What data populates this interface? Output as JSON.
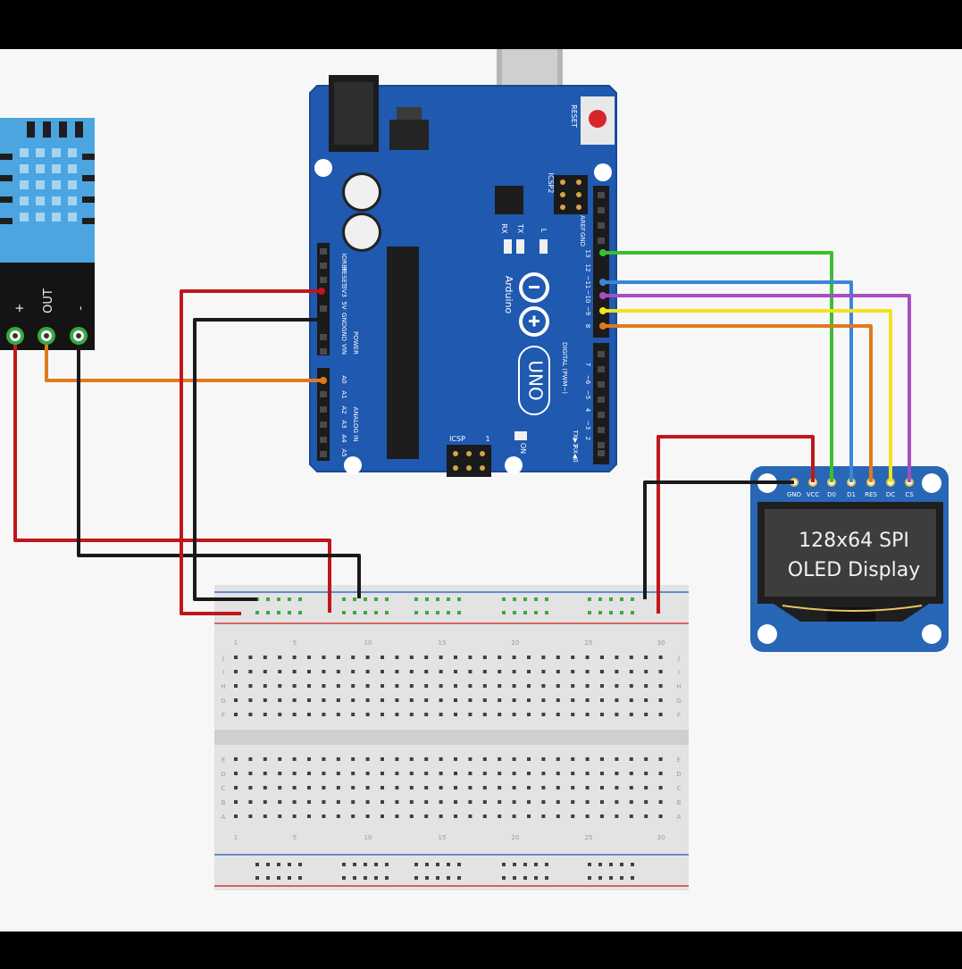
{
  "dht_sensor": {
    "pin_labels": [
      "+",
      "OUT",
      "-"
    ]
  },
  "arduino": {
    "reset_label": "RESET",
    "icsp2_label": "ICSP2",
    "icsp_label": "ICSP",
    "icsp_pin1": "1",
    "aref_label": "AREF",
    "gnd_top_label": "GND",
    "digital_pins": [
      "13",
      "12",
      "~11",
      "~10",
      "~9",
      "8",
      "7",
      "~6",
      "~5",
      "4",
      "~3",
      "2",
      "TX▶1",
      "RX◀0"
    ],
    "digital_header_label": "DIGITAL (PWM~)",
    "power_pins": [
      "IOREF",
      "RESET",
      "3V3",
      "5V",
      "GND",
      "GND",
      "VIN"
    ],
    "power_header_label": "POWER",
    "analog_pins": [
      "A0",
      "A1",
      "A2",
      "A3",
      "A4",
      "A5"
    ],
    "analog_header_label": "ANALOG IN",
    "rx_label": "RX",
    "tx_label": "TX",
    "l_label": "L",
    "on_label": "ON",
    "brand": "Arduino",
    "model": "UNO"
  },
  "oled": {
    "pins": [
      "GND",
      "VCC",
      "D0",
      "D1",
      "RES",
      "DC",
      "CS"
    ],
    "line1": "128x64 SPI",
    "line2": "OLED Display"
  },
  "breadboard": {
    "column_numbers": [
      "1",
      "5",
      "10",
      "15",
      "20",
      "25",
      "30"
    ],
    "row_letters_top": [
      "J",
      "I",
      "H",
      "G",
      "F"
    ],
    "row_letters_bottom": [
      "E",
      "D",
      "C",
      "B",
      "A"
    ]
  },
  "wire_colors": {
    "red": "#c0161c",
    "black": "#1a1a1a",
    "orange": "#e07a1c",
    "green": "#3bbf2e",
    "blue": "#3a86d8",
    "purple": "#a64ec2",
    "yellow": "#f2e21d"
  },
  "board_colors": {
    "arduino_blue": "#1f59b0",
    "sensor_blue": "#4aa3de",
    "oled_blue": "#2866b6"
  }
}
